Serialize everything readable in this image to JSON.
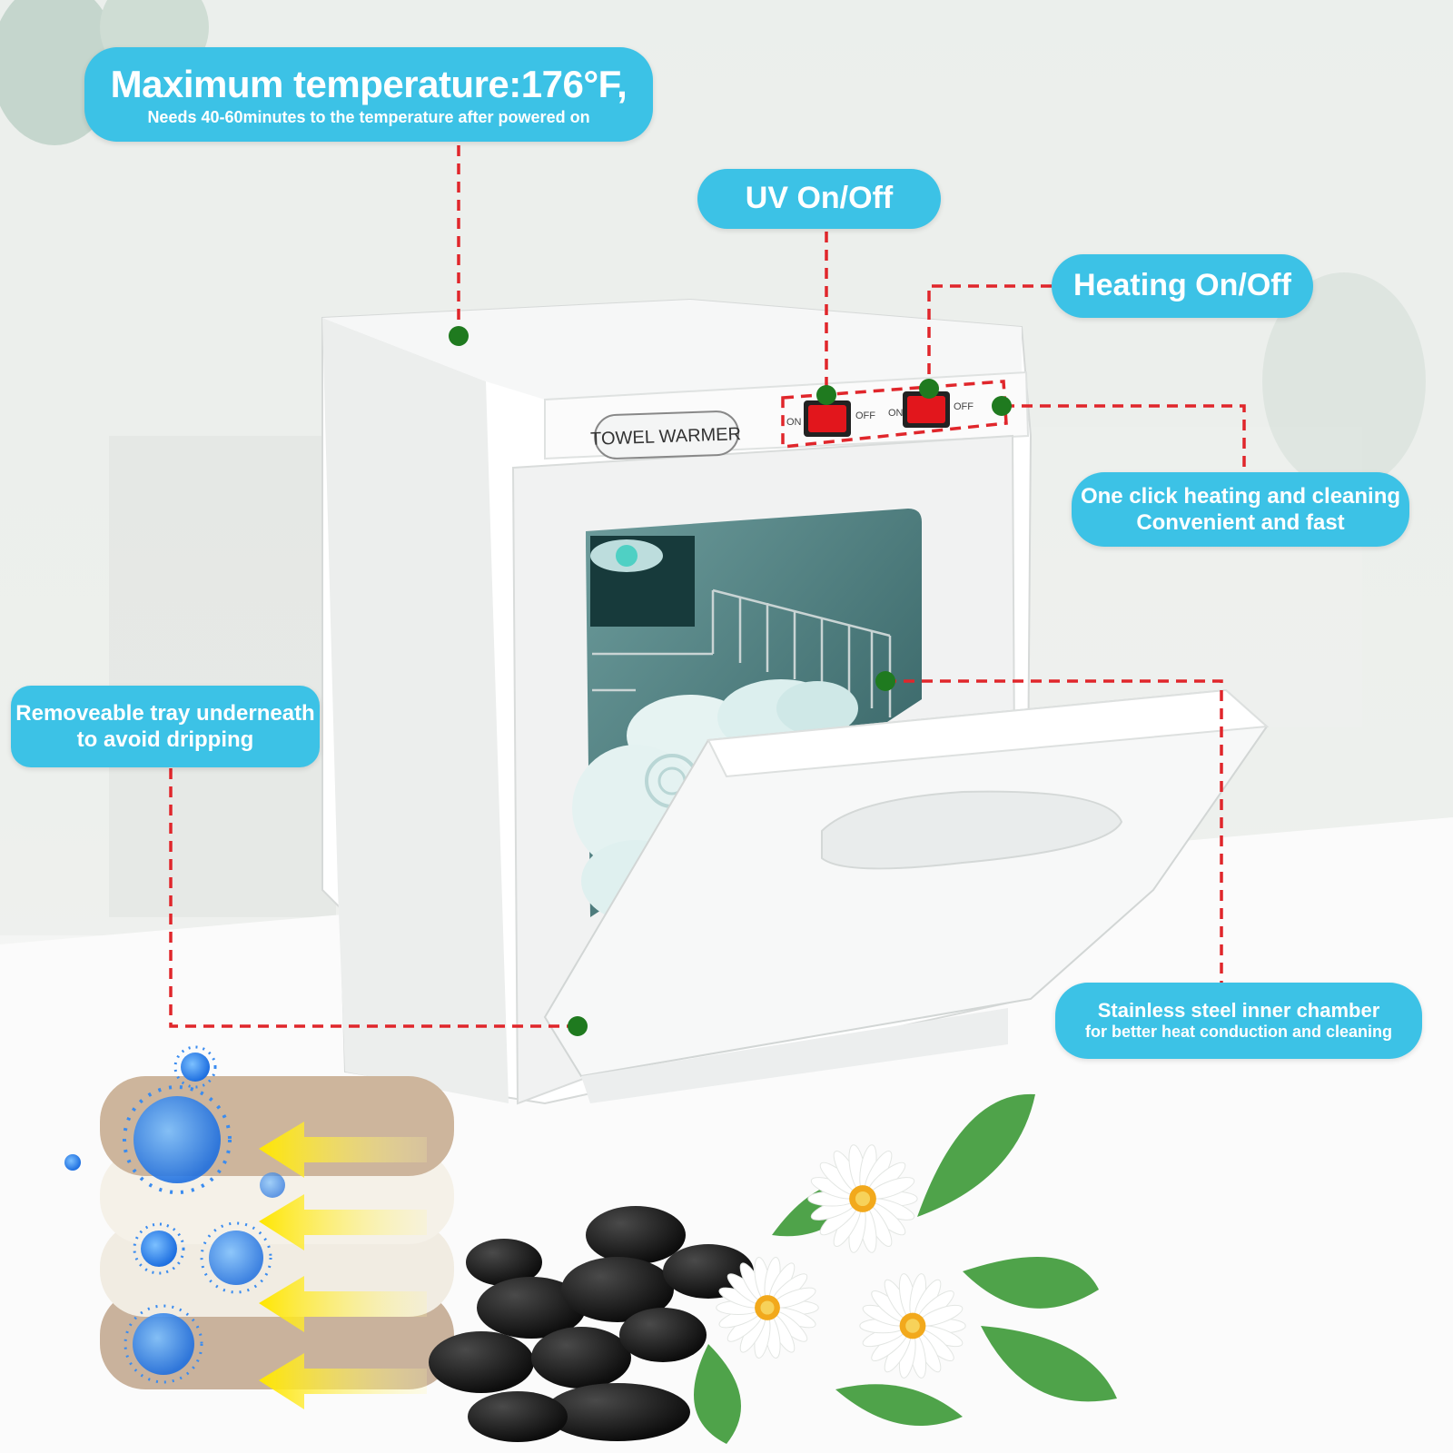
{
  "product": {
    "label": "TOWEL WARMER",
    "switch_uv": {
      "on": "ON",
      "off": "OFF"
    },
    "switch_heat": {
      "on": "ON",
      "off": "OFF"
    }
  },
  "callouts": {
    "max_temp": {
      "title": "Maximum temperature:176°F,",
      "subtitle": "Needs 40-60minutes to the temperature after powered on"
    },
    "uv": {
      "title": "UV On/Off"
    },
    "heating": {
      "title": "Heating On/Off"
    },
    "one_click": {
      "line1": "One click heating and cleaning",
      "line2": "Convenient and fast"
    },
    "tray": {
      "line1": "Removeable tray underneath",
      "line2": "to avoid dripping"
    },
    "chamber": {
      "line1": "Stainless steel inner chamber",
      "line2": "for better heat conduction and cleaning"
    }
  },
  "colors": {
    "callout_bg": "#3cc2e6",
    "leader_line": "#e0262b",
    "marker_dot": "#1f7a1f",
    "switch_red": "#e2161c"
  },
  "icons": [
    "virus-icon",
    "arrow-icon",
    "daisy-flower-icon",
    "leaf-icon",
    "stone-icon"
  ]
}
